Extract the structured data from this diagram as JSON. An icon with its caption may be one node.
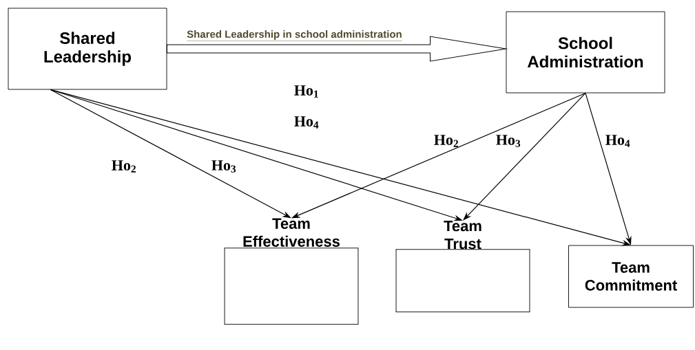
{
  "diagram": {
    "nodes": [
      {
        "text": [
          "Shared Leadership"
        ]
      },
      {
        "text": [
          "School Administration"
        ]
      },
      {
        "text": [
          "Team Effectiveness"
        ]
      },
      {
        "text": [
          "Team Trust"
        ]
      },
      {
        "text": [
          "Team Commitment"
        ]
      }
    ],
    "edges": [
      {
        "from": 0,
        "to": 1,
        "arrow": "to",
        "style": "thick",
        "label": "Shared Leadership in school administration"
      },
      {
        "from": 0,
        "to": 2,
        "arrow": "to"
      },
      {
        "from": 0,
        "to": 3,
        "arrow": "to"
      },
      {
        "from": 0,
        "to": 4,
        "arrow": "to"
      },
      {
        "from": 1,
        "to": 2,
        "arrow": "to"
      },
      {
        "from": 1,
        "to": 3,
        "arrow": "to"
      },
      {
        "from": 1,
        "to": 4,
        "arrow": "to"
      }
    ],
    "labels": [
      "Ho$_{1}$",
      "Ho$_{4}$",
      "Ho$_{2}$",
      "Ho$_{3}$",
      "Ho$_{2}$",
      "Ho$_{3}$",
      "Ho$_{4}$"
    ]
  }
}
